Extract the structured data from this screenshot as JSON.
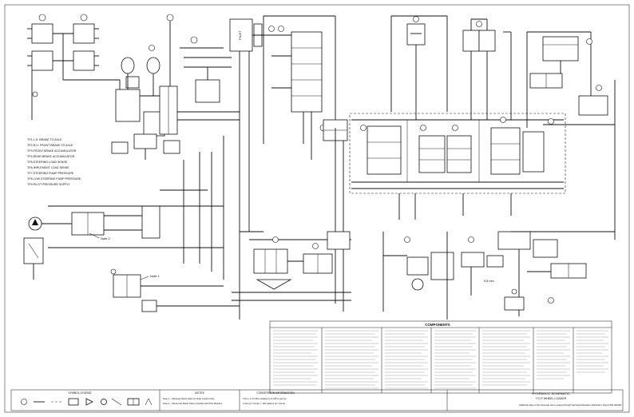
{
  "sheet": {
    "title_line1": "HYDRAULIC SCHEMATIC",
    "title_line2": "TCI F WHEEL LOADER",
    "footer_note": "Additional copies of this schematic can be ordered through Technical Publications Distribution. Stock # 9N1-9601R3"
  },
  "test_points": [
    "TP1-L.H. BRAKE TO AXLE",
    "TP2-R.H. FRONT BRAKE TO AXLE",
    "TP3-FRONT BRAKE ACCUMULATOR",
    "TP4-REAR BRAKE ACCUMULATOR",
    "TP5-STEERING LOAD SENSE",
    "TP6-IMPLEMENT LOAD SENSE",
    "TP7-STEERING PUMP PRESSURE",
    "TP8-LOW STEERING PUMP PRESSURE",
    "TP9-PILOT PRESSURE SUPPLY"
  ],
  "components": {
    "heading": "COMPONENTS"
  },
  "notes": {
    "heading": "NOTES",
    "items": [
      "Note 1 - Optional Check Valve for Ride Control Only",
      "Note 2 - Check and Relief Valve Included with Pilot Modules"
    ],
    "callout_1": "Note 1",
    "callout_2": "Note 2"
  },
  "conversion": {
    "heading": "CONVERSION INFORMATION",
    "items": [
      "1 Pa x 1.4 5 kPa multiply by 0.145 to get psi",
      "1 liter per minute = .264 gallons per minute"
    ]
  },
  "legend": {
    "heading": "SYMBOL LEGEND"
  },
  "labels": {
    "valve_tag": "5.8 mm"
  },
  "colors": {
    "line": "#111111",
    "background": "#ffffff"
  }
}
